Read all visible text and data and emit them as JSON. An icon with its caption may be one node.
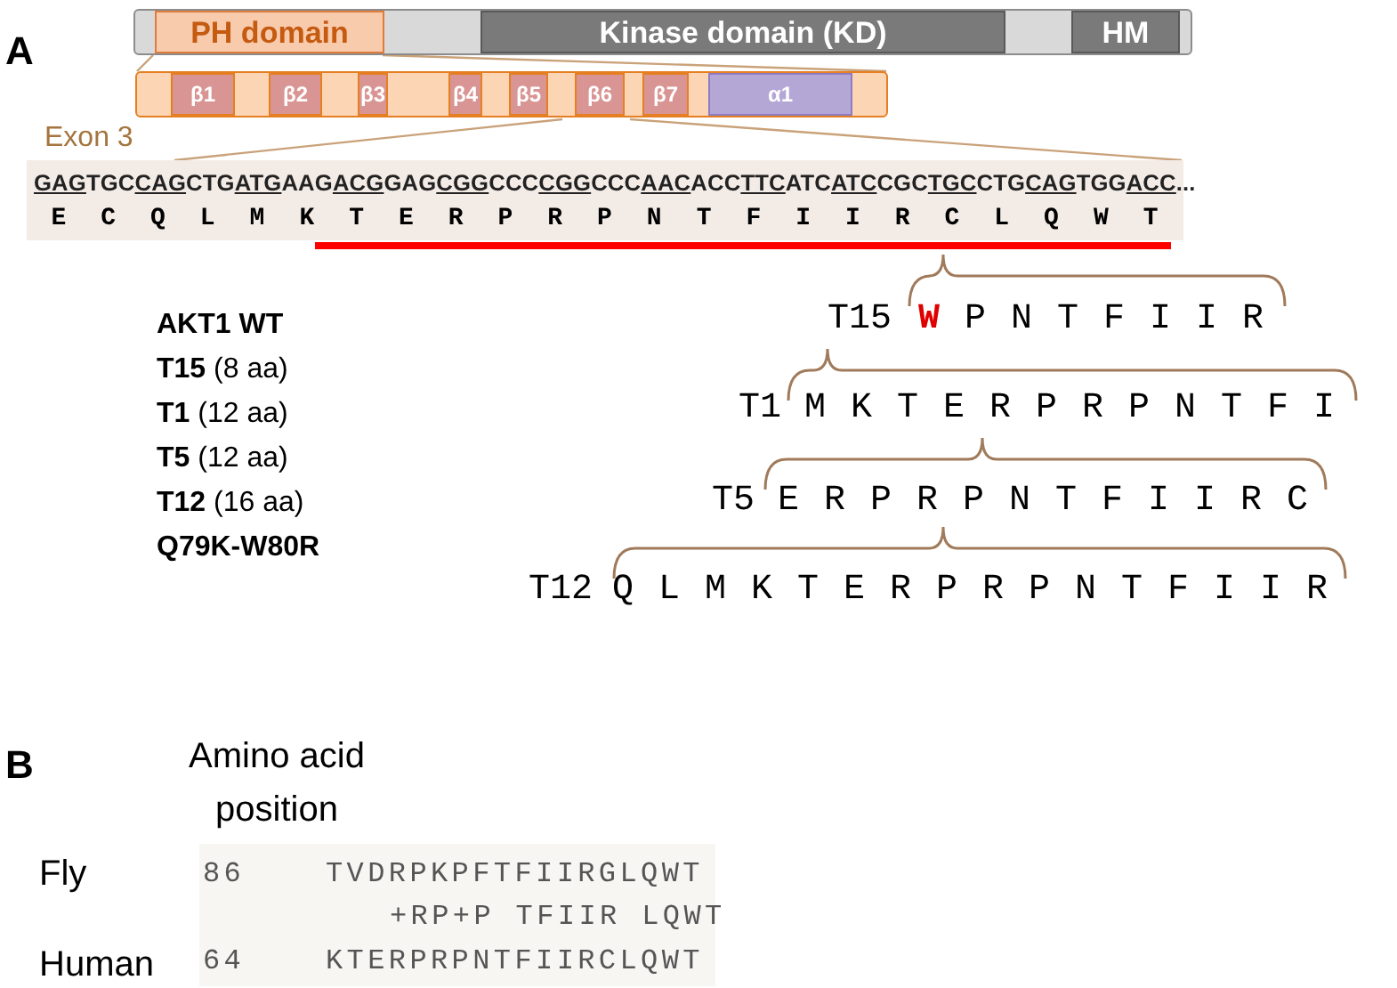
{
  "diagram": {
    "nodes": [
      {
        "text": [],
        "shape": "bar"
      },
      {
        "text": [
          "PH domain"
        ],
        "in": 0
      },
      {
        "text": [
          "Kinase domain (KD)"
        ],
        "in": 0
      },
      {
        "text": [
          "HM"
        ],
        "in": 0
      },
      {
        "text": [],
        "shape": "bar"
      },
      {
        "text": [
          "β1"
        ],
        "in": 4
      },
      {
        "text": [
          "β2"
        ],
        "in": 4
      },
      {
        "text": [
          "β3"
        ],
        "in": 4
      },
      {
        "text": [
          "β4"
        ],
        "in": 4
      },
      {
        "text": [
          "β5"
        ],
        "in": 4
      },
      {
        "text": [
          "β6"
        ],
        "in": 4
      },
      {
        "text": [
          "β7"
        ],
        "in": 4
      },
      {
        "text": [
          "α1"
        ],
        "in": 4
      },
      {
        "text": [
          "GAGTGCCAGCTGATGAAGACGGAGCGGCCCCGGCCCAACACCTTCATCATCCGCTGCCTGCAGTGGACC...",
          "E C Q L M K T E R P R P N T F I I R C L Q W T"
        ]
      }
    ],
    "edges": [
      {
        "from": 1,
        "to": 4,
        "arrow": "none",
        "color": "#c9a27a"
      },
      {
        "from": 1,
        "to": 4,
        "arrow": "none",
        "color": "#c9a27a"
      },
      {
        "from": 4,
        "to": 13,
        "arrow": "none",
        "color": "#c9a27a"
      },
      {
        "from": 4,
        "to": 13,
        "arrow": "none",
        "color": "#c9a27a"
      }
    ],
    "labels": [
      "A",
      "Exon 3",
      "**AKT1 WT**",
      "**T15** (8 aa)",
      "**T1** (12 aa)",
      "**T5** (12 aa)",
      "**T12** (16 aa)",
      "**Q79K-W80R**",
      "T15",
      "**W** P N T F I I R",
      "T1",
      "M K T E R P R P N T F I",
      "T5",
      "E R P R P N T F I I R C",
      "T12",
      "Q L M K T E R P R P N T F I I R",
      "B",
      "Amino acid position",
      "Fly",
      "86",
      "TVDRPKPFTFIIRGLQWT",
      "+RP+P TFIIR LQWT",
      "Human",
      "64",
      "KTERPRPNTFIIRCLQWT"
    ]
  }
}
